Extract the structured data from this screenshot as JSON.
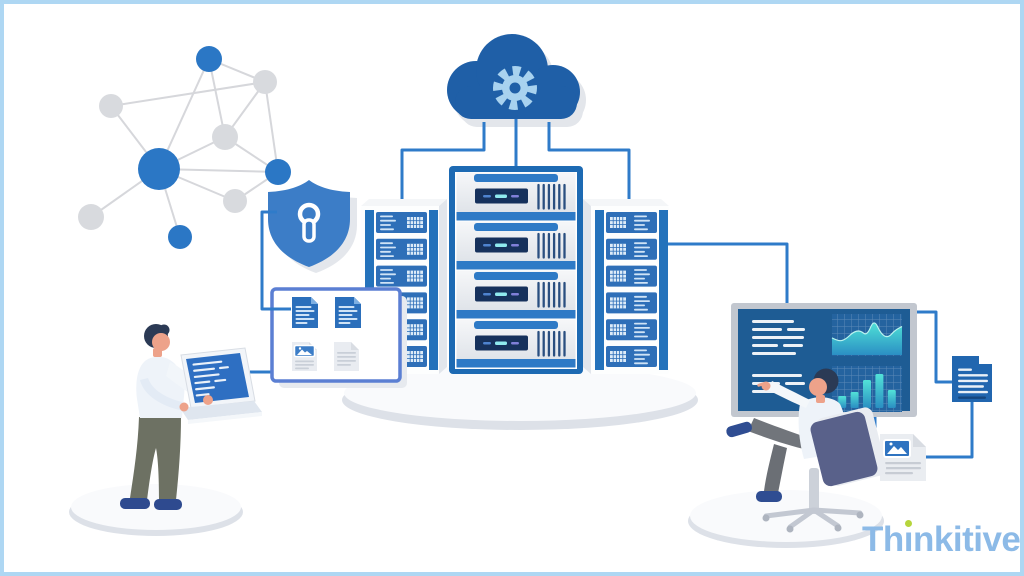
{
  "brand": {
    "name": "Thinkitive",
    "text_color": "#8cbae7",
    "i_dot_color": "#b6d53c"
  },
  "palette": {
    "frame_border": "#aed7f3",
    "primary_blue": "#2166af",
    "bright_blue": "#2f7bc9",
    "cloud_blue": "#1f5fa7",
    "light_blue": "#a8d2ef",
    "dark_navy_display": "#16315c",
    "dashboard_panel": "#1e5c94",
    "teal_chart": "#49ddd6",
    "card_border": "#5b7fd3",
    "gray_node": "#d8dade",
    "shield_blue": "#3c7dc7"
  },
  "icons": [
    "cloud-icon",
    "gear-icon",
    "network-graph",
    "shield-keyhole-icon",
    "server-rack",
    "server-tower-left",
    "server-tower-right",
    "documents-card",
    "blue-document-icon",
    "image-document-icon",
    "text-document-icon",
    "laptop-icon",
    "dashboard-monitor",
    "office-chair",
    "platform-disc"
  ],
  "counts": {
    "network_nodes": 9,
    "main_rack_units": 4,
    "left_tower_modules": 6,
    "right_tower_modules": 6,
    "card_documents": 4
  },
  "dashboard": {
    "chart_data": [
      {
        "type": "area",
        "values": [
          45,
          35,
          42,
          60,
          65,
          50,
          95,
          55,
          45,
          65,
          75
        ],
        "ylim": [
          0,
          100
        ]
      },
      {
        "type": "bar",
        "values": [
          30,
          40,
          70,
          85,
          45
        ],
        "ylim": [
          0,
          100
        ]
      }
    ],
    "text_groups": [
      [
        [
          42
        ],
        [
          30,
          18
        ],
        [
          52
        ],
        [
          26,
          20
        ],
        [
          44
        ]
      ],
      [
        [
          50
        ],
        [
          28,
          20
        ],
        [
          36
        ]
      ]
    ]
  },
  "laptop": {
    "screen_lines": [
      [
        30
      ],
      [
        22,
        10
      ],
      [
        26
      ],
      [
        16,
        12
      ],
      [
        20
      ],
      [
        14
      ]
    ]
  },
  "blue_document": {
    "lines": [
      14,
      30,
      30,
      26,
      30
    ],
    "dark_line": 28
  }
}
